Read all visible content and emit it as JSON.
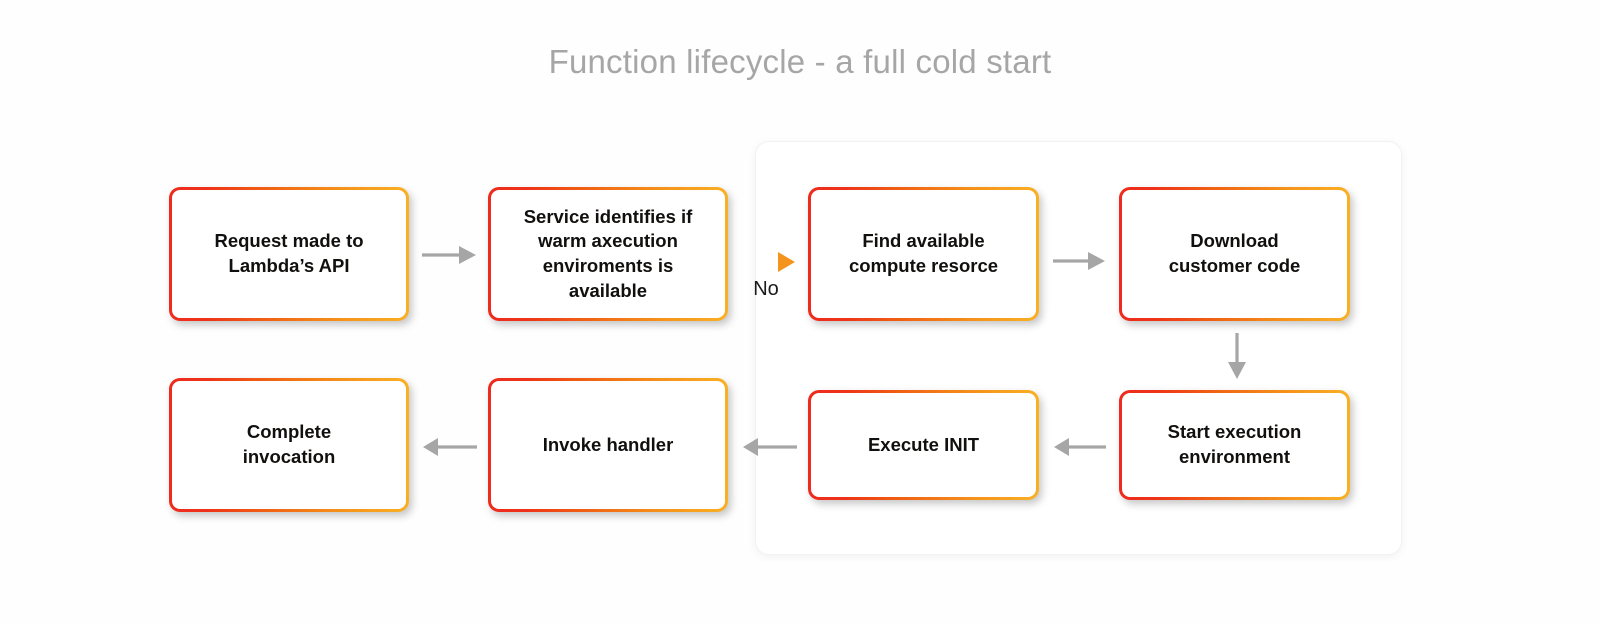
{
  "diagram": {
    "title": "Function lifecycle - a full cold start",
    "colors": {
      "gradient_start": "#ED2B1F",
      "gradient_end": "#F9B024",
      "arrow_gray": "#A6A6A6",
      "title_gray": "#A6A6A6",
      "text_black": "#12100E",
      "container_border": "#F2F2F2"
    },
    "nodes": [
      {
        "id": "request-made-to-lambdas-api",
        "label": "Request made to\nLambda’s API"
      },
      {
        "id": "service-identifies-warm-environment",
        "label": "Service identifies if\nwarm axecution\nenviroments is\navailable"
      },
      {
        "id": "find-available-compute-resorce",
        "label": "Find available\ncompute resorce"
      },
      {
        "id": "download-customer-code",
        "label": "Download\ncustomer code"
      },
      {
        "id": "start-execution-environment",
        "label": "Start execution\nenvironment"
      },
      {
        "id": "execute-init",
        "label": "Execute INIT"
      },
      {
        "id": "invoke-handler",
        "label": "Invoke handler"
      },
      {
        "id": "complete-invocation",
        "label": "Complete\ninvocation"
      }
    ],
    "edges": [
      {
        "id": "request-to-service",
        "from": "request-made-to-lambdas-api",
        "to": "service-identifies-warm-environment",
        "direction": "right",
        "label": "",
        "style": "gray"
      },
      {
        "id": "service-to-find",
        "from": "service-identifies-warm-environment",
        "to": "find-available-compute-resorce",
        "direction": "right",
        "label": "No",
        "style": "gradient"
      },
      {
        "id": "find-to-download",
        "from": "find-available-compute-resorce",
        "to": "download-customer-code",
        "direction": "right",
        "label": "",
        "style": "gray"
      },
      {
        "id": "download-to-start",
        "from": "download-customer-code",
        "to": "start-execution-environment",
        "direction": "down",
        "label": "",
        "style": "gray"
      },
      {
        "id": "start-to-execute",
        "from": "start-execution-environment",
        "to": "execute-init",
        "direction": "left",
        "label": "",
        "style": "gray"
      },
      {
        "id": "execute-to-invoke",
        "from": "execute-init",
        "to": "invoke-handler",
        "direction": "left",
        "label": "",
        "style": "gray"
      },
      {
        "id": "invoke-to-complete",
        "from": "invoke-handler",
        "to": "complete-invocation",
        "direction": "left",
        "label": "",
        "style": "gray"
      }
    ],
    "edge_labels": {
      "no": "No"
    }
  }
}
